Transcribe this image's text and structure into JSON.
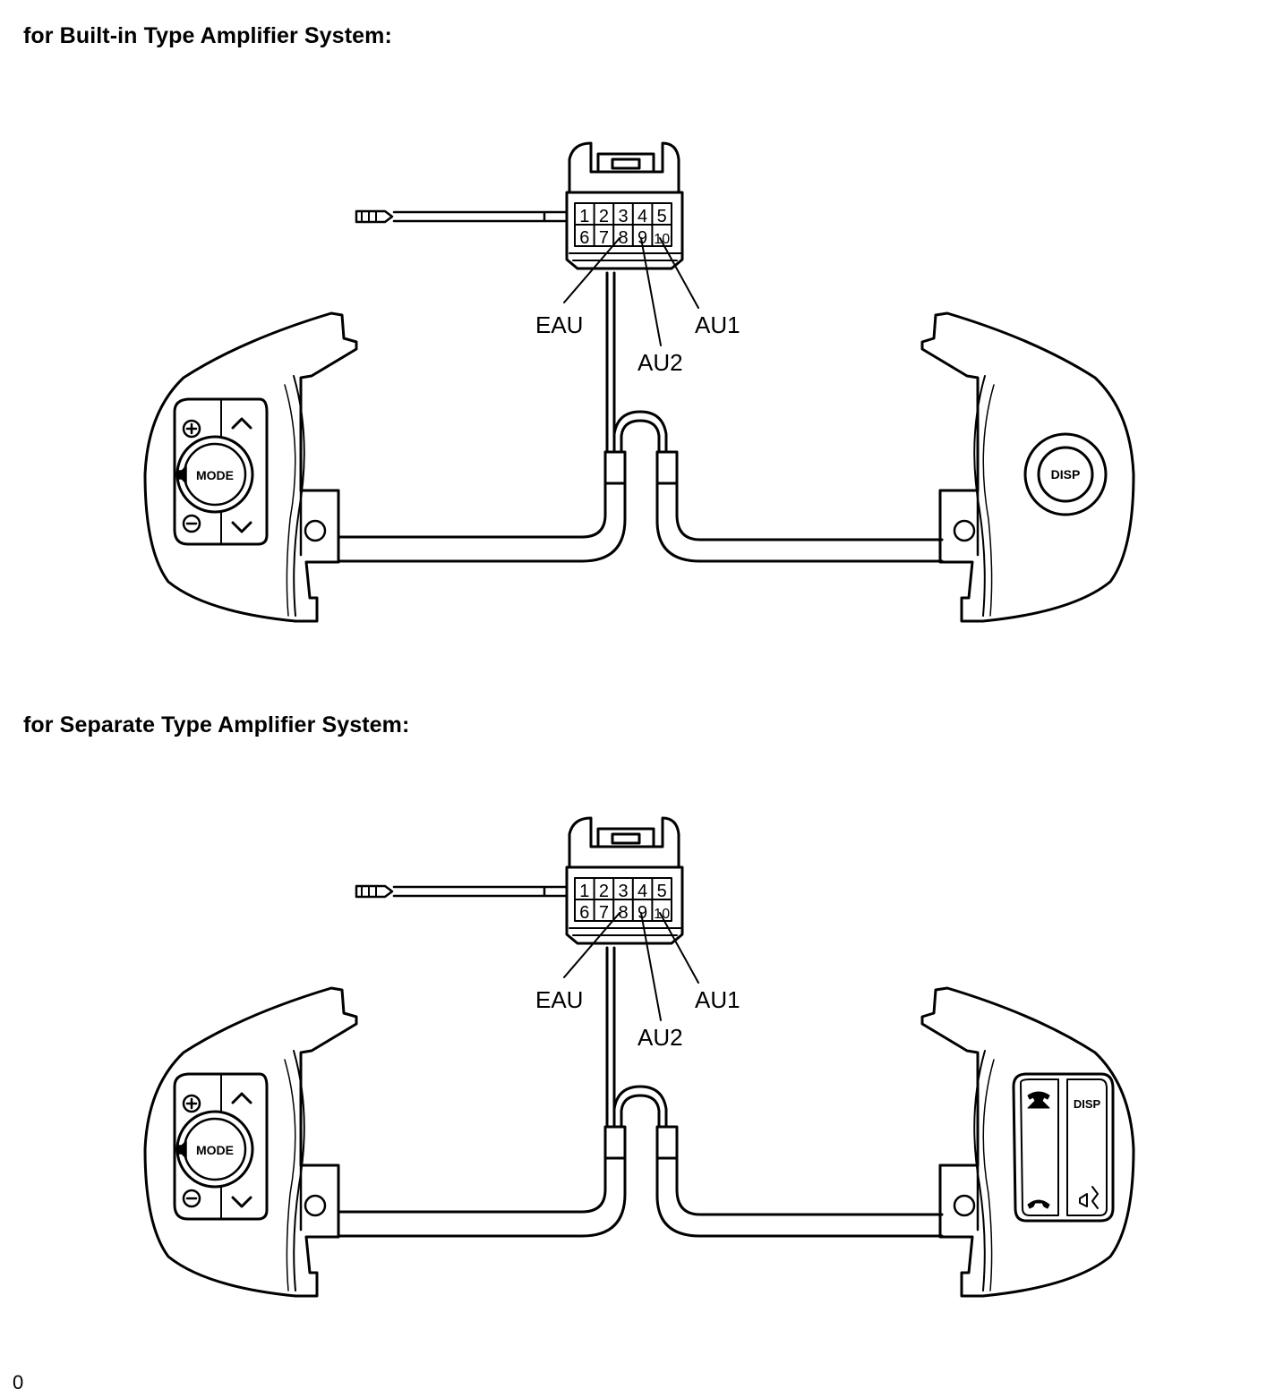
{
  "sections": [
    {
      "title": "for Built-in Type Amplifier System:",
      "connector_pins": [
        "1",
        "2",
        "3",
        "4",
        "5",
        "6",
        "7",
        "8",
        "9",
        "10"
      ],
      "callouts": [
        "EAU",
        "AU2",
        "AU1"
      ],
      "left_switch": {
        "buttons": [
          "MODE"
        ],
        "icons": [
          "plus-icon",
          "minus-icon",
          "up-chevron-icon",
          "down-chevron-icon",
          "speaker-icon"
        ]
      },
      "right_switch": {
        "buttons": [
          "DISP"
        ]
      }
    },
    {
      "title": "for Separate Type Amplifier System:",
      "connector_pins": [
        "1",
        "2",
        "3",
        "4",
        "5",
        "6",
        "7",
        "8",
        "9",
        "10"
      ],
      "callouts": [
        "EAU",
        "AU2",
        "AU1"
      ],
      "left_switch": {
        "buttons": [
          "MODE"
        ],
        "icons": [
          "plus-icon",
          "minus-icon",
          "up-chevron-icon",
          "down-chevron-icon",
          "speaker-icon"
        ]
      },
      "right_switch": {
        "buttons": [
          "DISP"
        ],
        "icons": [
          "phone-off-hook-icon",
          "phone-on-hook-icon",
          "voice-talk-icon"
        ]
      }
    }
  ],
  "footer_code": "0"
}
